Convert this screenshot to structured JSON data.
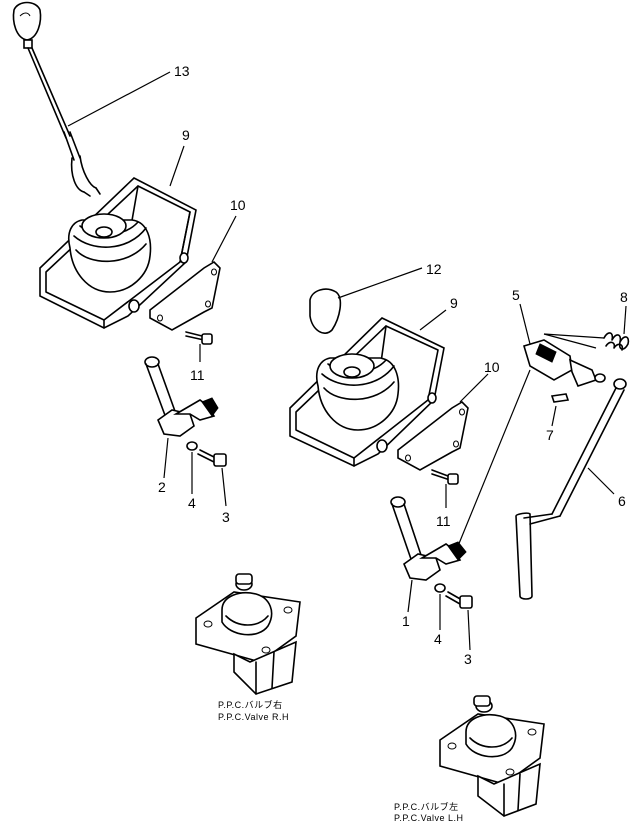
{
  "callouts": {
    "n13": "13",
    "n9a": "9",
    "n10a": "10",
    "n11a": "11",
    "n2": "2",
    "n4a": "4",
    "n3a": "3",
    "n12": "12",
    "n9b": "9",
    "n10b": "10",
    "n11b": "11",
    "n1": "1",
    "n4b": "4",
    "n3b": "3",
    "n5": "5",
    "n8": "8",
    "n7": "7",
    "n6": "6"
  },
  "captions": {
    "right_valve_jp": "P.P.C.バルブ右",
    "right_valve_en": "P.P.C.Valve R.H",
    "left_valve_jp": "P.P.C.バルブ左",
    "left_valve_en": "P.P.C.Valve L.H"
  }
}
